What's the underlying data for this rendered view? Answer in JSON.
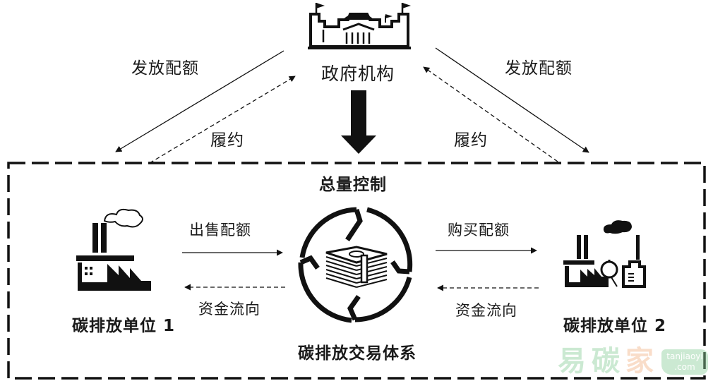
{
  "government": {
    "label": "政府机构",
    "icon": "government-building-icon"
  },
  "left_top": {
    "issue_quota_label": "发放配额",
    "compliance_label": "履约"
  },
  "right_top": {
    "issue_quota_label": "发放配额",
    "compliance_label": "履约"
  },
  "cap_control": {
    "label": "总量控制"
  },
  "trading_system": {
    "label": "碳排放交易体系",
    "icon": "money-cycle-icon"
  },
  "emitter_1": {
    "label": "碳排放单位 1",
    "icon": "factory-icon"
  },
  "emitter_2": {
    "label": "碳排放单位 2",
    "icon": "industrial-plant-icon"
  },
  "left_flows": {
    "sell_quota_label": "出售配额",
    "money_flow_label": "资金流向"
  },
  "right_flows": {
    "buy_quota_label": "购买配额",
    "money_flow_label": "资金流向"
  },
  "watermark": {
    "chars": [
      "易",
      "碳",
      "家"
    ],
    "badge_line1": "tanjiaoyi",
    "badge_line2": ".com",
    "colors": {
      "green": "#8ed09c",
      "orange": "#f2b48a"
    }
  },
  "colors": {
    "ink": "#111111",
    "background": "#ffffff"
  }
}
